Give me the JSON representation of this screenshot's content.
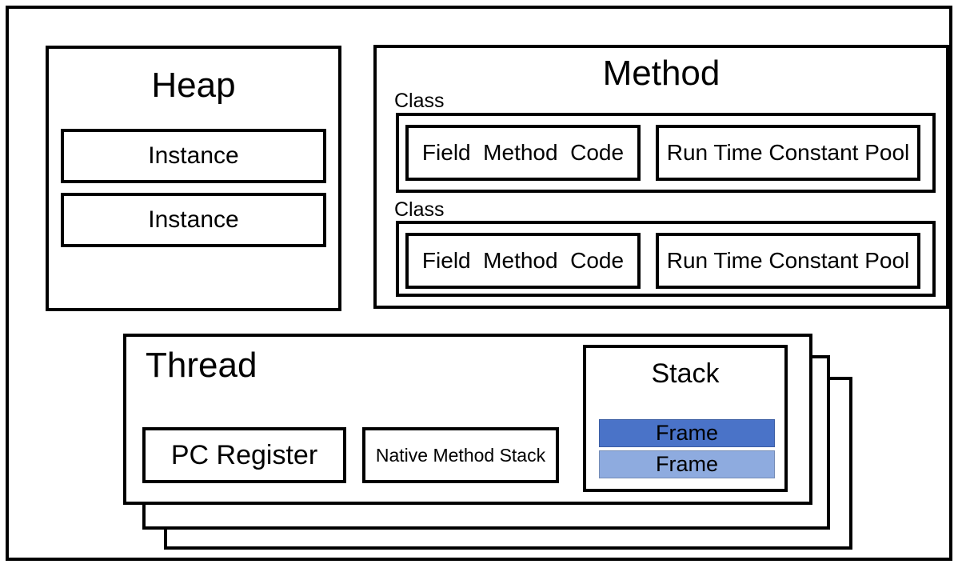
{
  "heap": {
    "title": "Heap",
    "instances": [
      "Instance",
      "Instance"
    ]
  },
  "method": {
    "title": "Method",
    "classes": [
      {
        "label": "Class",
        "field_method_code": "Field  Method  Code",
        "run_time_constant_pool": "Run Time Constant Pool"
      },
      {
        "label": "Class",
        "field_method_code": "Field  Method  Code",
        "run_time_constant_pool": "Run Time Constant Pool"
      }
    ]
  },
  "thread": {
    "title": "Thread",
    "pc_register": "PC Register",
    "native_method_stack": "Native Method Stack",
    "stack": {
      "title": "Stack",
      "frames": [
        {
          "label": "Frame",
          "color": "#4A73C8"
        },
        {
          "label": "Frame",
          "color": "#8EABDF"
        }
      ]
    }
  },
  "colors": {
    "line": "#000000",
    "background": "#FFFFFF",
    "frame_top": "#4A73C8",
    "frame_bottom": "#8EABDF"
  }
}
